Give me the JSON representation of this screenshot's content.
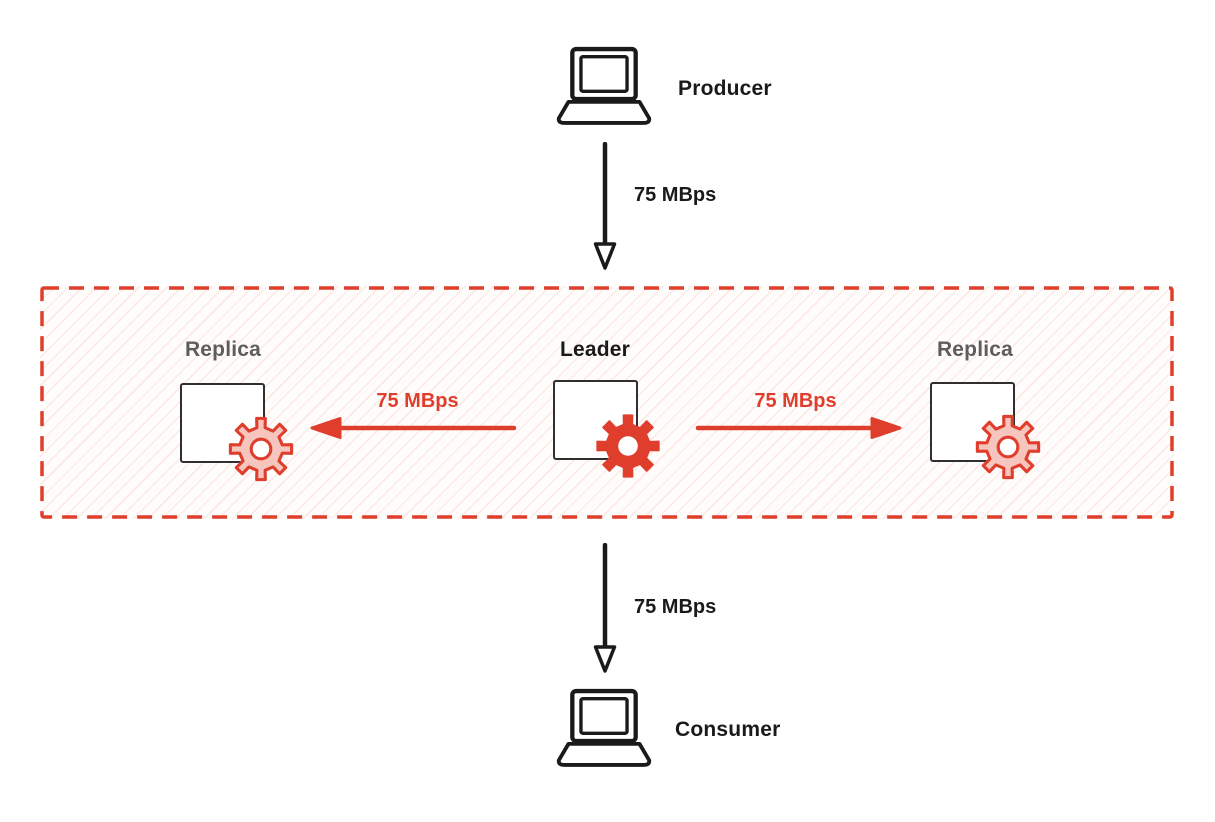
{
  "colors": {
    "accent": "#e03e2d",
    "ink": "#1a1a1a",
    "replica_label_gray": "#5d5d5d",
    "gear_light_fill": "#f6c5bd",
    "cluster_hatch": "rgba(224,62,45,0.10)"
  },
  "nodes": {
    "producer": "Producer",
    "consumer": "Consumer",
    "leader": "Leader",
    "replica_left": "Replica",
    "replica_right": "Replica"
  },
  "flows": {
    "producer_to_cluster": "75 MBps",
    "leader_to_left_replica": "75 MBps",
    "leader_to_right_replica": "75 MBps",
    "cluster_to_consumer": "75 MBps"
  }
}
